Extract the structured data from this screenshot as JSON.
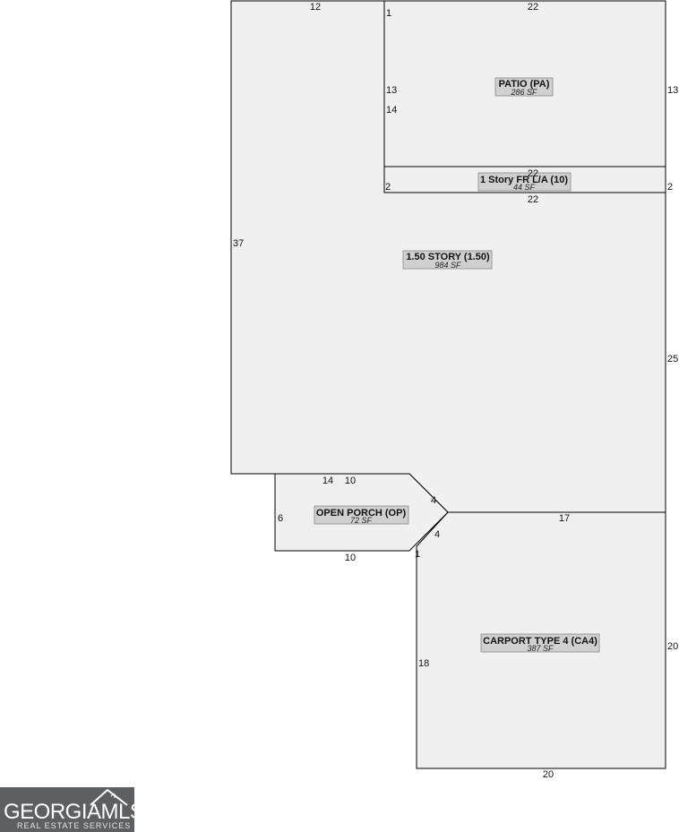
{
  "areas": {
    "patio": {
      "name": "PATIO (PA)",
      "sf": "286 SF"
    },
    "story_fr": {
      "name": "1 Story FR L/A (10)",
      "sf": "44 SF"
    },
    "main_story": {
      "name": "1.50 STORY (1.50)",
      "sf": "984 SF"
    },
    "open_porch": {
      "name": "OPEN PORCH (OP)",
      "sf": "72 SF"
    },
    "carport": {
      "name": "CARPORT TYPE 4 (CA4)",
      "sf": "387 SF"
    }
  },
  "dimensions": {
    "main_top_left": "12",
    "patio_top": "22",
    "patio_corner": "1",
    "patio_left": "13",
    "patio_right": "13",
    "inner_left": "14",
    "fr_top": "22",
    "fr_left": "2",
    "fr_right": "2",
    "fr_bottom": "22",
    "main_left": "37",
    "main_right": "25",
    "porch_top_a": "14",
    "porch_top_b": "10",
    "porch_diag_top": "4",
    "porch_left": "6",
    "porch_diag_bottom": "4",
    "porch_bottom": "10",
    "carport_corner": "1",
    "carport_top": "17",
    "carport_left": "18",
    "carport_right": "20",
    "carport_bottom": "20"
  },
  "logo": {
    "brand_a": "GEORGIA",
    "brand_b": "MLS",
    "subtitle": "REAL ESTATE SERVICES"
  },
  "colors": {
    "fill": "#f0f0f0",
    "label_bg": "#d0d0d0",
    "logo_bg": "#5d5f62"
  }
}
